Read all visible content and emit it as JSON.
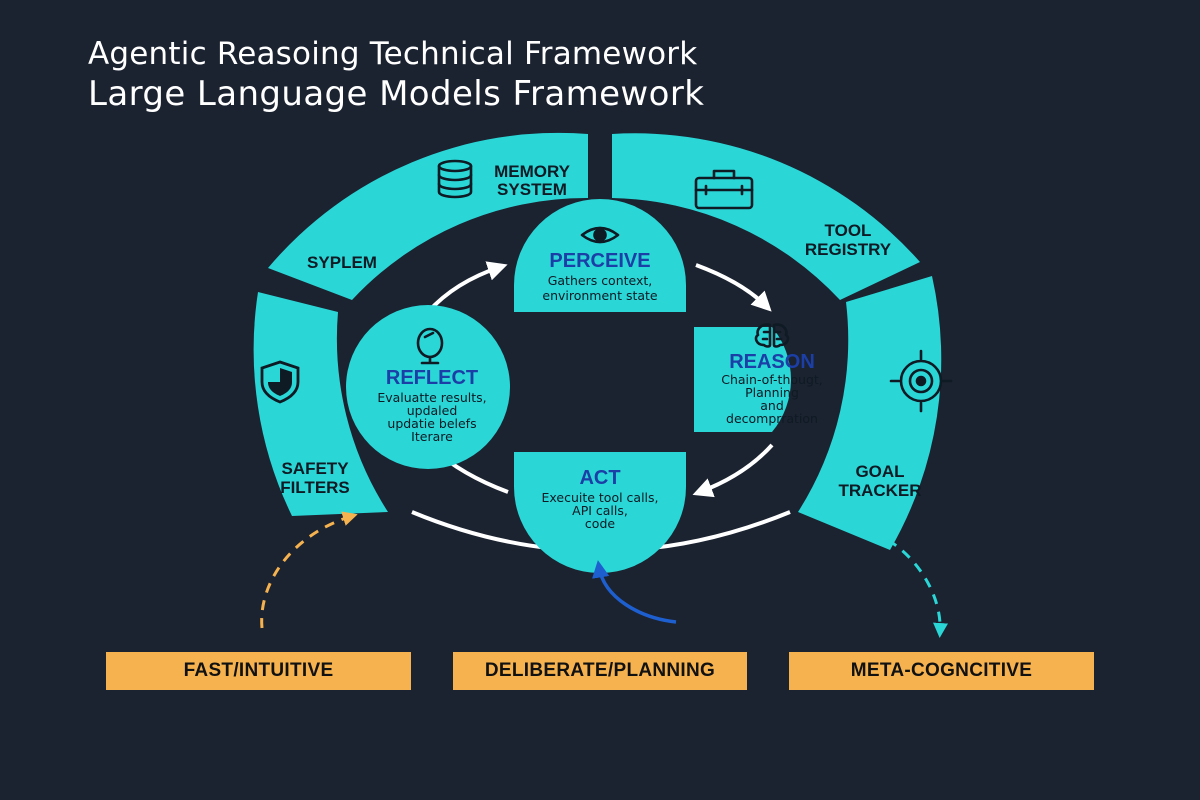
{
  "titles": {
    "line1": "Agentic Reasoing Technical Framework",
    "line2": "Large Language Models Framework"
  },
  "outer_ring": {
    "memory": "MEMORY SYSTEM",
    "memory_lines": [
      "MEMORY",
      "SYSTEM"
    ],
    "syplem": "SYPLEM",
    "tool": "TOOL REGISTRY",
    "tool_lines": [
      "TOOL",
      "REGISTRY"
    ],
    "safety": "SAFETY FILTERS",
    "safety_lines": [
      "SAFETY",
      "FILTERS"
    ],
    "goal": "GOAL TRACKER",
    "goal_lines": [
      "GOAL",
      "TRACKER"
    ]
  },
  "cycle": {
    "perceive": {
      "title": "PERCEIVE",
      "desc": [
        "Gathers context,",
        "environment state"
      ]
    },
    "reason": {
      "title": "REASON",
      "desc": [
        "Chain-of-thougt,",
        "Planning",
        "and",
        "decomprration"
      ]
    },
    "act": {
      "title": "ACT",
      "desc": [
        "Execuite tool calls,",
        "API calls,",
        "code"
      ]
    },
    "reflect": {
      "title": "REFLECT",
      "desc": [
        "Evaluatte results,",
        "updaled",
        "updatie belefs",
        "Iterare"
      ]
    }
  },
  "modes": {
    "fast": "FAST/INTUITIVE",
    "deliberate": "DELIBERATE/PLANNING",
    "meta": "META-COGNCITIVE"
  },
  "colors": {
    "background": "#1b2230",
    "segment": "#2ad6d6",
    "node_title": "#1b3fa6",
    "mode_box": "#f5b24e",
    "arrow_fast": "#f5b24e",
    "arrow_deliberate": "#1e5fd0",
    "arrow_meta": "#2ad6d6"
  },
  "icons": [
    "database-icon",
    "briefcase-icon",
    "shield-icon",
    "target-icon",
    "eye-icon",
    "brain-icon",
    "mirror-icon"
  ]
}
